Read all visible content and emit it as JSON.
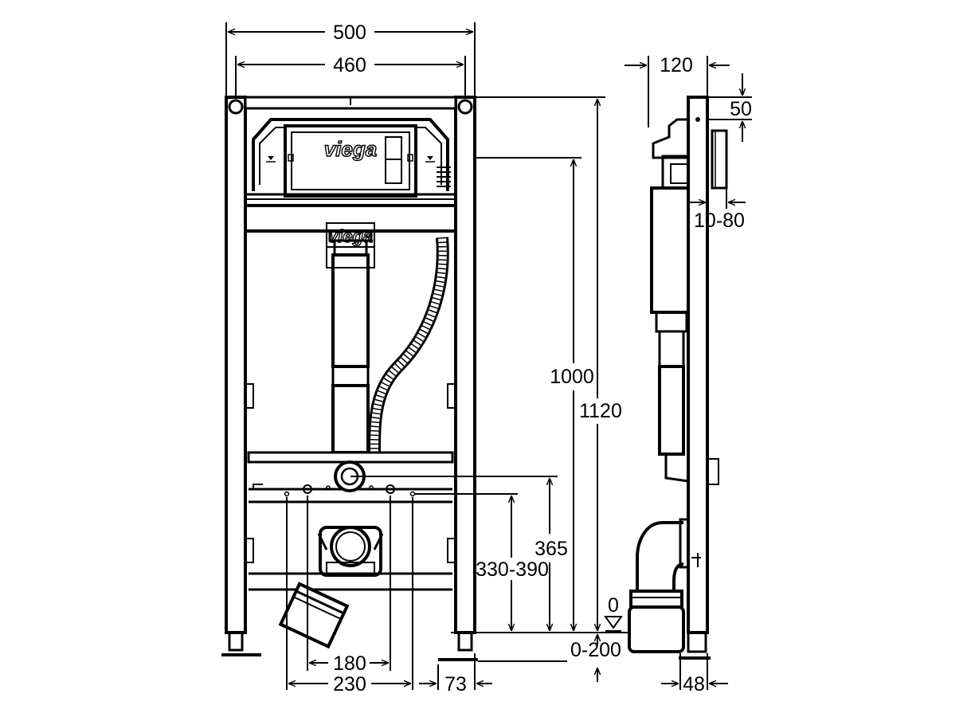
{
  "logo": {
    "text": "viega"
  },
  "dimensions": {
    "width_outer": "500",
    "width_inner": "460",
    "depth": "120",
    "top_offset": "50",
    "flush_offset": "10-80",
    "height_1000": "1000",
    "height_1120": "1120",
    "height_365": "365",
    "height_330_390": "330-390",
    "floor_zero": "0",
    "foot_adjust": "0-200",
    "spacing_180": "180",
    "spacing_230": "230",
    "foot_73": "73",
    "foot_48": "48"
  }
}
